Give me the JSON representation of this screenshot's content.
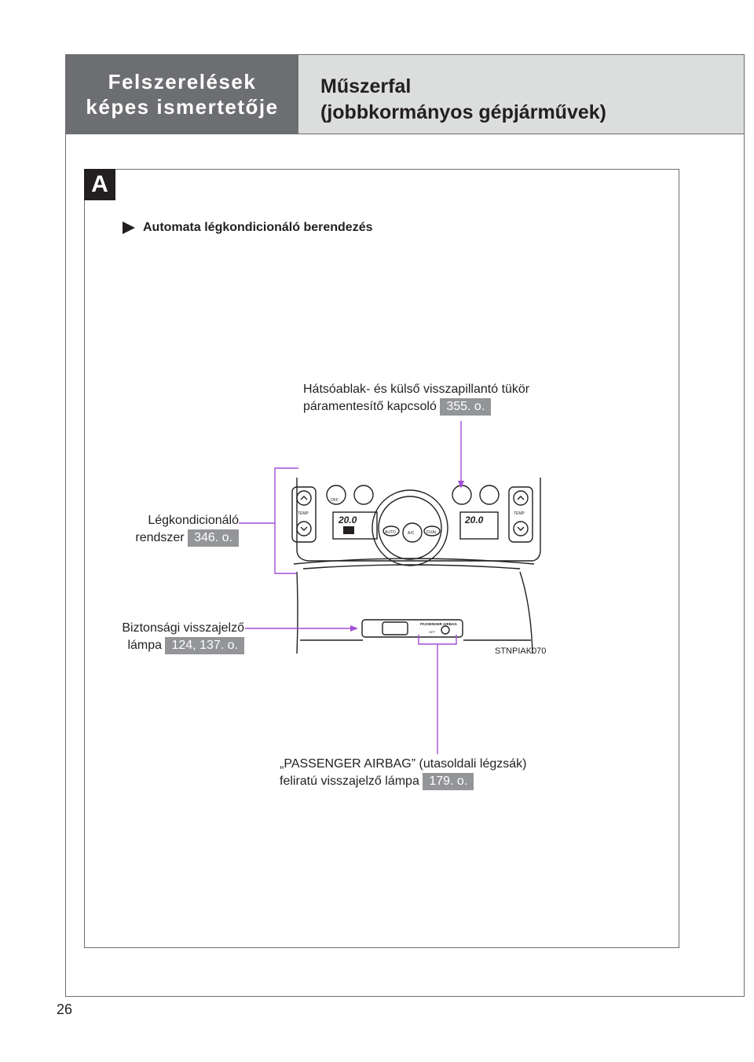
{
  "header": {
    "section_line1": "Felszerelések",
    "section_line2": "képes ismertetője",
    "title_line1": "Műszerfal",
    "title_line2": "(jobbkormányos gépjárművek)"
  },
  "section_badge": "A",
  "subtitle": "Automata légkondicionáló berendezés",
  "callouts": {
    "defogger": {
      "line1": "Hátsóablak- és külső visszapillantó tükör",
      "line2": "páramentesítő kapcsoló",
      "ref": "355. o."
    },
    "ac": {
      "line1": "Légkondicionáló",
      "line2": "rendszer",
      "ref": "346. o."
    },
    "security": {
      "line1": "Biztonsági visszajelző",
      "line2": "lámpa",
      "ref": "124, 137. o."
    },
    "airbag": {
      "line1": "„PASSENGER AIRBAG” (utasoldali légzsák)",
      "line2": "feliratú visszajelző lámpa",
      "ref": "179. o."
    }
  },
  "panel_labels": {
    "temp_left": "TEMP",
    "temp_right": "TEMP",
    "temp_left_value": "20.0",
    "temp_right_value": "20.0",
    "off": "OFF",
    "auto": "AUTO",
    "ac": "A/C",
    "dual": "DUAL",
    "airbag_indicator": "PASSENGER AIRBAG",
    "airbag_off": "OFF"
  },
  "image_code": "STNPIAK070",
  "page_number": "26",
  "colors": {
    "callout_line": "#a34fd6",
    "header_dark": "#6d6e71",
    "header_light": "#dcdddd",
    "ref_badge": "#939598"
  }
}
